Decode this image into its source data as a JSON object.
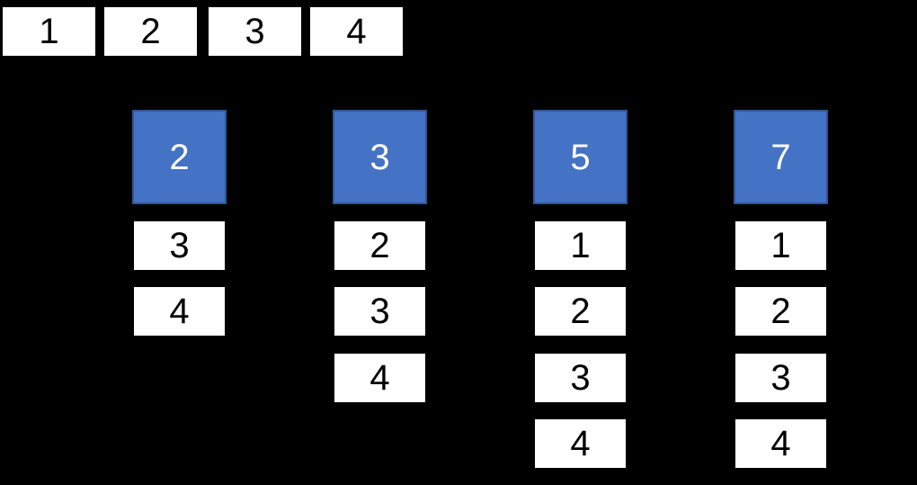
{
  "colors": {
    "background": "#000000",
    "header_fill": "#4472c4",
    "header_border": "#2f5597",
    "header_text": "#ffffff",
    "box_fill": "#ffffff",
    "box_text": "#000000"
  },
  "top_row": {
    "items": [
      "1",
      "2",
      "3",
      "4"
    ]
  },
  "columns": [
    {
      "header": "2",
      "cells": [
        "3",
        "4"
      ]
    },
    {
      "header": "3",
      "cells": [
        "2",
        "3",
        "4"
      ]
    },
    {
      "header": "5",
      "cells": [
        "1",
        "2",
        "3",
        "4"
      ]
    },
    {
      "header": "7",
      "cells": [
        "1",
        "2",
        "3",
        "4"
      ]
    }
  ]
}
